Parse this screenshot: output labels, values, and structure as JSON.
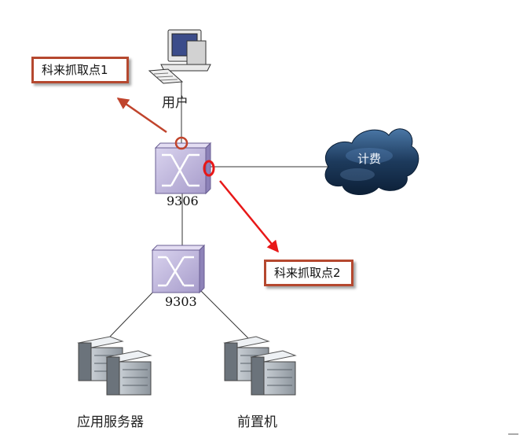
{
  "nodes": {
    "user": "用户",
    "switch_core": "9306",
    "switch_access": "9303",
    "billing": "计费",
    "app_servers": "应用服务器",
    "front_end": "前置机"
  },
  "callouts": {
    "capture_point_1": "科来抓取点1",
    "capture_point_2": "科来抓取点2"
  },
  "colors": {
    "capture_1": "#c0442c",
    "capture_2": "#e81818",
    "callout_border": "#b5482f",
    "switch": "#b9b0d8",
    "cloud": "#2b4c6f"
  }
}
